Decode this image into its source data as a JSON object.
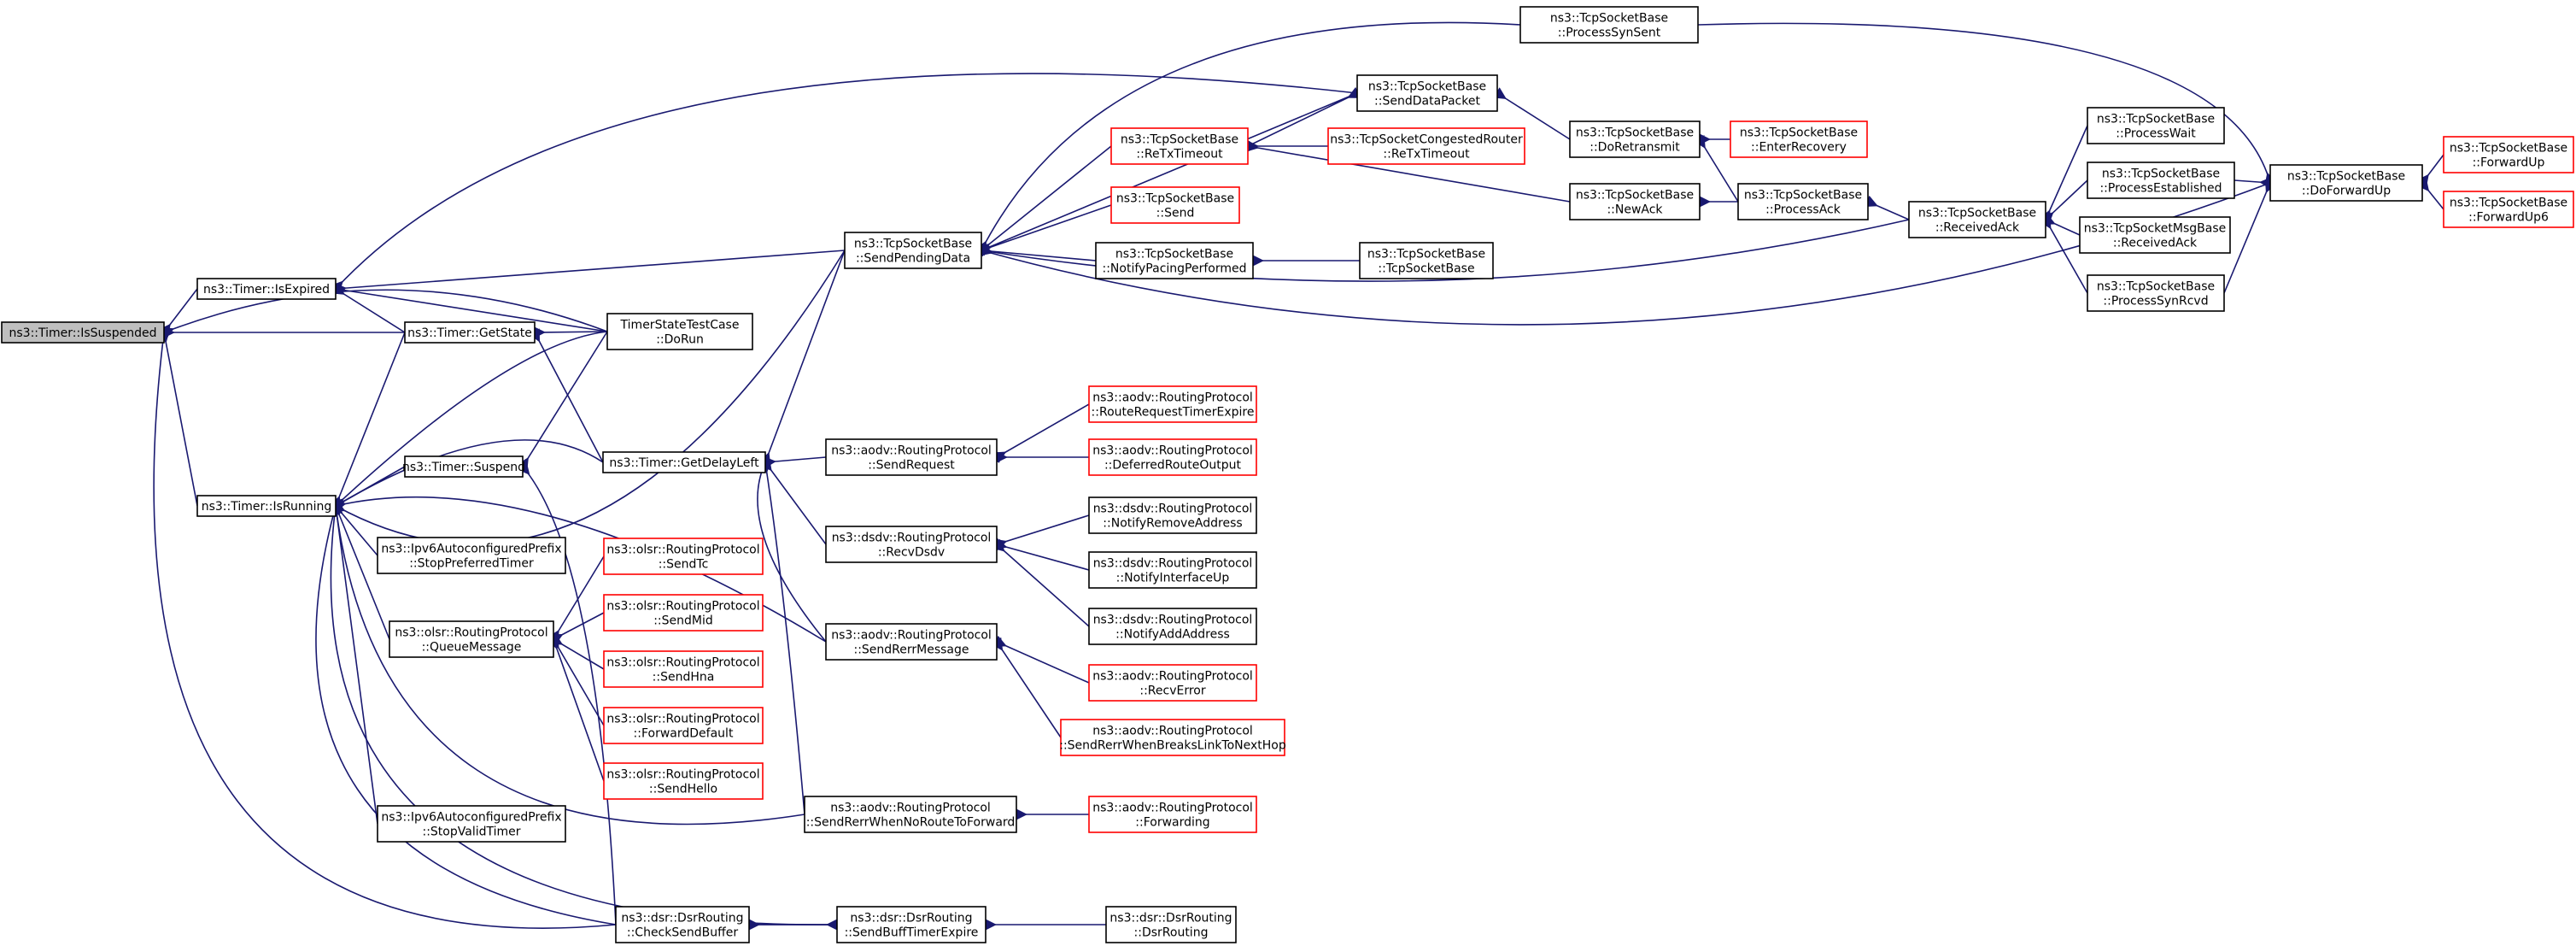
{
  "graph": {
    "title": "",
    "nodes": [
      {
        "id": "isSuspended",
        "lines": [
          "ns3::Timer::IsSuspended"
        ],
        "state": "current"
      },
      {
        "id": "isExpired",
        "lines": [
          "ns3::Timer::IsExpired"
        ],
        "state": "normal"
      },
      {
        "id": "getState",
        "lines": [
          "ns3::Timer::GetState"
        ],
        "state": "normal"
      },
      {
        "id": "isRunning",
        "lines": [
          "ns3::Timer::IsRunning"
        ],
        "state": "normal"
      },
      {
        "id": "suspend",
        "lines": [
          "ns3::Timer::Suspend"
        ],
        "state": "normal"
      },
      {
        "id": "getDelayLeft",
        "lines": [
          "ns3::Timer::GetDelayLeft"
        ],
        "state": "normal"
      },
      {
        "id": "timerStateTest",
        "lines": [
          "TimerStateTestCase",
          "::DoRun"
        ],
        "state": "normal"
      },
      {
        "id": "sendPendingData",
        "lines": [
          "ns3::TcpSocketBase",
          "::SendPendingData"
        ],
        "state": "normal"
      },
      {
        "id": "processSynSent",
        "lines": [
          "ns3::TcpSocketBase",
          "::ProcessSynSent"
        ],
        "state": "normal"
      },
      {
        "id": "sendDataPacket",
        "lines": [
          "ns3::TcpSocketBase",
          "::SendDataPacket"
        ],
        "state": "normal"
      },
      {
        "id": "reTxTimeout",
        "lines": [
          "ns3::TcpSocketBase",
          "::ReTxTimeout"
        ],
        "state": "red"
      },
      {
        "id": "tcbCongRouterReTx",
        "lines": [
          "ns3::TcpSocketCongestedRouter",
          "::ReTxTimeout"
        ],
        "state": "red"
      },
      {
        "id": "tcpSend",
        "lines": [
          "ns3::TcpSocketBase",
          "::Send"
        ],
        "state": "red"
      },
      {
        "id": "notifyPacing",
        "lines": [
          "ns3::TcpSocketBase",
          "::NotifyPacingPerformed"
        ],
        "state": "normal"
      },
      {
        "id": "tcpSocketBaseCtor",
        "lines": [
          "ns3::TcpSocketBase",
          "::TcpSocketBase"
        ],
        "state": "normal"
      },
      {
        "id": "doRetransmit",
        "lines": [
          "ns3::TcpSocketBase",
          "::DoRetransmit"
        ],
        "state": "normal"
      },
      {
        "id": "enterRecovery",
        "lines": [
          "ns3::TcpSocketBase",
          "::EnterRecovery"
        ],
        "state": "red"
      },
      {
        "id": "newAck",
        "lines": [
          "ns3::TcpSocketBase",
          "::NewAck"
        ],
        "state": "normal"
      },
      {
        "id": "processAck",
        "lines": [
          "ns3::TcpSocketBase",
          "::ProcessAck"
        ],
        "state": "normal"
      },
      {
        "id": "receivedAck",
        "lines": [
          "ns3::TcpSocketBase",
          "::ReceivedAck"
        ],
        "state": "normal"
      },
      {
        "id": "processWait",
        "lines": [
          "ns3::TcpSocketBase",
          "::ProcessWait"
        ],
        "state": "normal"
      },
      {
        "id": "processEstablished",
        "lines": [
          "ns3::TcpSocketBase",
          "::ProcessEstablished"
        ],
        "state": "normal"
      },
      {
        "id": "msgBaseReceivedAck",
        "lines": [
          "ns3::TcpSocketMsgBase",
          "::ReceivedAck"
        ],
        "state": "normal"
      },
      {
        "id": "processSynRcvd",
        "lines": [
          "ns3::TcpSocketBase",
          "::ProcessSynRcvd"
        ],
        "state": "normal"
      },
      {
        "id": "doForwardUp",
        "lines": [
          "ns3::TcpSocketBase",
          "::DoForwardUp"
        ],
        "state": "normal"
      },
      {
        "id": "forwardUp",
        "lines": [
          "ns3::TcpSocketBase",
          "::ForwardUp"
        ],
        "state": "red"
      },
      {
        "id": "forwardUp6",
        "lines": [
          "ns3::TcpSocketBase",
          "::ForwardUp6"
        ],
        "state": "red"
      },
      {
        "id": "aodvSendRequest",
        "lines": [
          "ns3::aodv::RoutingProtocol",
          "::SendRequest"
        ],
        "state": "normal"
      },
      {
        "id": "aodvRouteReqExpire",
        "lines": [
          "ns3::aodv::RoutingProtocol",
          "::RouteRequestTimerExpire"
        ],
        "state": "red"
      },
      {
        "id": "aodvDeferred",
        "lines": [
          "ns3::aodv::RoutingProtocol",
          "::DeferredRouteOutput"
        ],
        "state": "red"
      },
      {
        "id": "dsdvRecv",
        "lines": [
          "ns3::dsdv::RoutingProtocol",
          "::RecvDsdv"
        ],
        "state": "normal"
      },
      {
        "id": "dsdvNotifyRemove",
        "lines": [
          "ns3::dsdv::RoutingProtocol",
          "::NotifyRemoveAddress"
        ],
        "state": "normal"
      },
      {
        "id": "dsdvNotifyUp",
        "lines": [
          "ns3::dsdv::RoutingProtocol",
          "::NotifyInterfaceUp"
        ],
        "state": "normal"
      },
      {
        "id": "dsdvNotifyAdd",
        "lines": [
          "ns3::dsdv::RoutingProtocol",
          "::NotifyAddAddress"
        ],
        "state": "normal"
      },
      {
        "id": "aodvSendRerr",
        "lines": [
          "ns3::aodv::RoutingProtocol",
          "::SendRerrMessage"
        ],
        "state": "normal"
      },
      {
        "id": "aodvRecvError",
        "lines": [
          "ns3::aodv::RoutingProtocol",
          "::RecvError"
        ],
        "state": "red"
      },
      {
        "id": "aodvSendRerrBreaks",
        "lines": [
          "ns3::aodv::RoutingProtocol",
          "::SendRerrWhenBreaksLinkToNextHop"
        ],
        "state": "red"
      },
      {
        "id": "aodvSendRerrNoRoute",
        "lines": [
          "ns3::aodv::RoutingProtocol",
          "::SendRerrWhenNoRouteToForward"
        ],
        "state": "normal"
      },
      {
        "id": "aodvForwarding",
        "lines": [
          "ns3::aodv::RoutingProtocol",
          "::Forwarding"
        ],
        "state": "red"
      },
      {
        "id": "ipv6StopPreferred",
        "lines": [
          "ns3::Ipv6AutoconfiguredPrefix",
          "::StopPreferredTimer"
        ],
        "state": "normal"
      },
      {
        "id": "ipv6StopValid",
        "lines": [
          "ns3::Ipv6AutoconfiguredPrefix",
          "::StopValidTimer"
        ],
        "state": "normal"
      },
      {
        "id": "olsrQueue",
        "lines": [
          "ns3::olsr::RoutingProtocol",
          "::QueueMessage"
        ],
        "state": "normal"
      },
      {
        "id": "olsrSendTc",
        "lines": [
          "ns3::olsr::RoutingProtocol",
          "::SendTc"
        ],
        "state": "red"
      },
      {
        "id": "olsrSendMid",
        "lines": [
          "ns3::olsr::RoutingProtocol",
          "::SendMid"
        ],
        "state": "red"
      },
      {
        "id": "olsrSendHna",
        "lines": [
          "ns3::olsr::RoutingProtocol",
          "::SendHna"
        ],
        "state": "red"
      },
      {
        "id": "olsrForwardDefault",
        "lines": [
          "ns3::olsr::RoutingProtocol",
          "::ForwardDefault"
        ],
        "state": "red"
      },
      {
        "id": "olsrSendHello",
        "lines": [
          "ns3::olsr::RoutingProtocol",
          "::SendHello"
        ],
        "state": "red"
      },
      {
        "id": "dsrCheckSendBuffer",
        "lines": [
          "ns3::dsr::DsrRouting",
          "::CheckSendBuffer"
        ],
        "state": "normal"
      },
      {
        "id": "dsrSendBuffExpire",
        "lines": [
          "ns3::dsr::DsrRouting",
          "::SendBuffTimerExpire"
        ],
        "state": "normal"
      },
      {
        "id": "dsrCtor",
        "lines": [
          "ns3::dsr::DsrRouting",
          "::DsrRouting"
        ],
        "state": "normal"
      }
    ]
  }
}
